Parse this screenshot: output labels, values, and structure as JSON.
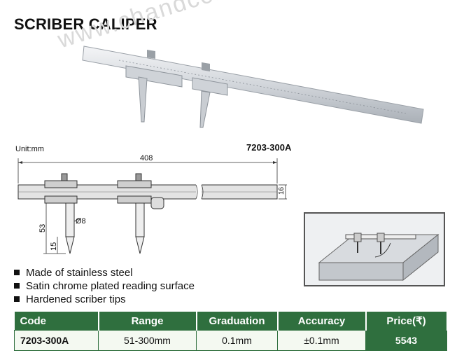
{
  "title": "SCRIBER CALIPER",
  "watermark": "www.chandcompany.com",
  "drawing": {
    "unit": "Unit:mm",
    "model": "7203-300A",
    "dim_length": "408",
    "dim_height": "16",
    "dim_tip": "53",
    "dim_point": "15",
    "dim_diameter": "Ø8"
  },
  "features": [
    "Made of stainless steel",
    "Satin chrome plated reading surface",
    "Hardened scriber tips"
  ],
  "table": {
    "headers": [
      "Code",
      "Range",
      "Graduation",
      "Accuracy",
      "Price(₹)"
    ],
    "rows": [
      [
        "7203-300A",
        "51-300mm",
        "0.1mm",
        "±0.1mm",
        "5543"
      ]
    ]
  },
  "colors": {
    "header_green": "#2f6f3e",
    "row_bg": "#f4f9f1"
  }
}
